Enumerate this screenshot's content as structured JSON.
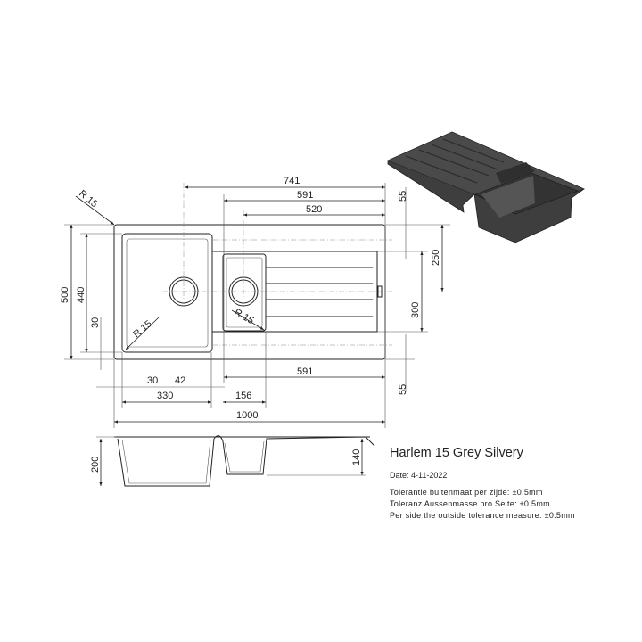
{
  "title": "Harlem 15 Grey Silvery",
  "date": "Date: 4-11-2022",
  "tolerances": [
    "Tolerantie buitenmaat per zijde: ±0.5mm",
    "Toleranz Aussenmasse pro Seite: ±0.5mm",
    "Per side the outside tolerance measure: ±0.5mm"
  ],
  "dimensions": {
    "top_741": "741",
    "top_591": "591",
    "top_520": "520",
    "right_55_top": "55",
    "right_250": "250",
    "right_300": "300",
    "right_55_bottom": "55",
    "left_500": "500",
    "left_440": "440",
    "left_30": "30",
    "bottom_591": "591",
    "bottom_30": "30",
    "bottom_42": "42",
    "bottom_330": "330",
    "bottom_156": "156",
    "bottom_1000": "1000",
    "radius_corner": "R 15",
    "radius_bowl": "R 15",
    "radius_small_bowl": "R 15",
    "profile_200": "200",
    "profile_140": "140"
  }
}
